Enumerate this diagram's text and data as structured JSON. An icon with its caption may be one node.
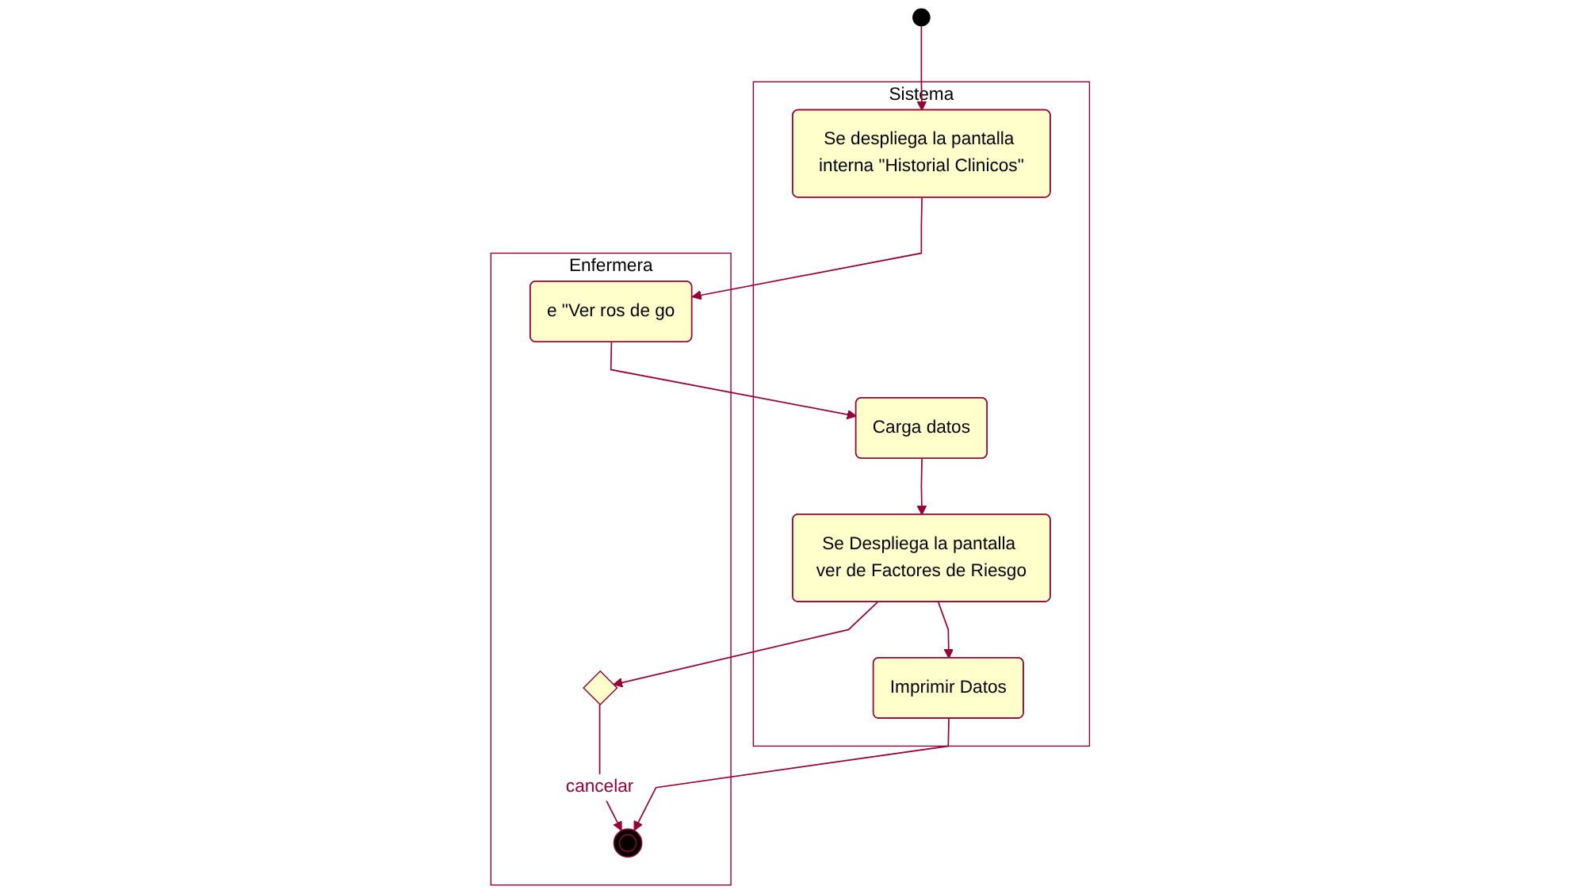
{
  "diagram": {
    "nodes": [
      {
        "text": [
          "Enfermera"
        ]
      },
      {
        "text": [
          "Sistema"
        ]
      },
      {
        "text": [],
        "shape": "circle"
      },
      {
        "text": [
          "Se despliega la pantalla interna \"Historial Clinicos\""
        ],
        "in": 1
      },
      {
        "text": [
          "e \"Ver ros de go"
        ],
        "in": 0
      },
      {
        "text": [
          "Carga datos"
        ],
        "in": 1
      },
      {
        "text": [
          "Se Despliega la pantalla ver de Factores de Riesgo"
        ],
        "in": 1
      },
      {
        "text": [],
        "shape": "diamond",
        "in": 0
      },
      {
        "text": [
          "Imprimir Datos"
        ],
        "in": 1
      },
      {
        "text": [],
        "shape": "circle",
        "in": 0
      }
    ],
    "edges": [
      {
        "from": 2,
        "to": 3,
        "arrow": "to"
      },
      {
        "from": 3,
        "to": 4,
        "arrow": "to"
      },
      {
        "from": 4,
        "to": 5,
        "arrow": "to"
      },
      {
        "from": 5,
        "to": 6,
        "arrow": "to"
      },
      {
        "from": 6,
        "to": 7,
        "arrow": "to"
      },
      {
        "from": 7,
        "to": 9,
        "arrow": "to",
        "label": "cancelar"
      },
      {
        "from": 6,
        "to": 8,
        "arrow": "to"
      },
      {
        "from": 8,
        "to": 9,
        "arrow": "to"
      }
    ]
  }
}
